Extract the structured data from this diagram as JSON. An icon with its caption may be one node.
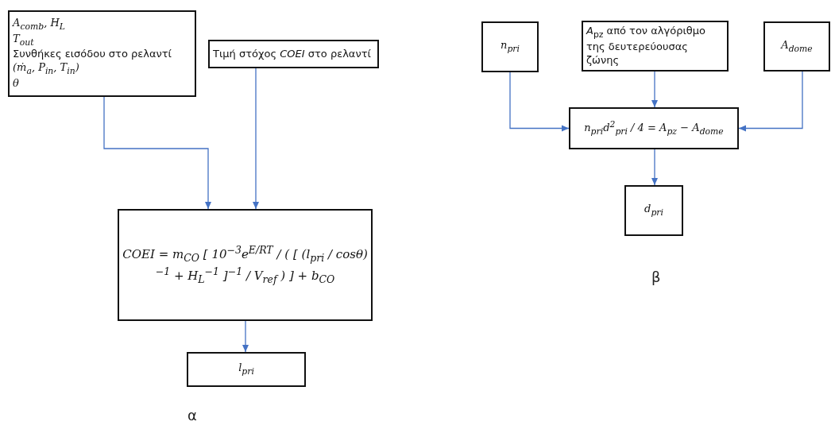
{
  "diagram": {
    "nodes": [
      {
        "text": [
          "A$_{comb}$, H$_{L}$",
          "T$_{out}$",
          "Συνθήκες εισόδου στο ρελαντί",
          "(ṁ$_{a}$, P$_{in}$, T$_{in}$)",
          "θ"
        ]
      },
      {
        "text": [
          "Τιμή στόχος *COEI* στο ρελαντί"
        ]
      },
      {
        "text": [
          "COEI = m$_{CO}$ [ 10$^{−3}$e$^{E/RT}$ / ( [ (l$_{pri}$ / cosθ)$^{−1}$ + H$_{L}$$^{−1}$ ]$^{−1}$ / V$_{ref}$ ) ] + b$_{CO}$"
        ]
      },
      {
        "text": [
          "l$_{pri}$"
        ]
      },
      {
        "text": [
          "n$_{pri}$"
        ]
      },
      {
        "text": [
          "*A*$_{pz}$ από τον αλγόριθμο της δευτερεύουσας ζώνης"
        ]
      },
      {
        "text": [
          "A$_{dome}$"
        ]
      },
      {
        "text": [
          "n$_{pri}$d$^{2}$$_{pri}$ / 4 = A$_{pz}$ − A$_{dome}$"
        ]
      },
      {
        "text": [
          "d$_{pri}$"
        ]
      }
    ],
    "edges": [
      {
        "from": 0,
        "to": 2,
        "arrow": "to"
      },
      {
        "from": 1,
        "to": 2,
        "arrow": "to"
      },
      {
        "from": 2,
        "to": 3,
        "arrow": "to"
      },
      {
        "from": 4,
        "to": 7,
        "arrow": "to"
      },
      {
        "from": 5,
        "to": 7,
        "arrow": "to"
      },
      {
        "from": 6,
        "to": 7,
        "arrow": "to"
      },
      {
        "from": 7,
        "to": 8,
        "arrow": "to"
      }
    ],
    "labels": [
      "α",
      "β"
    ]
  }
}
